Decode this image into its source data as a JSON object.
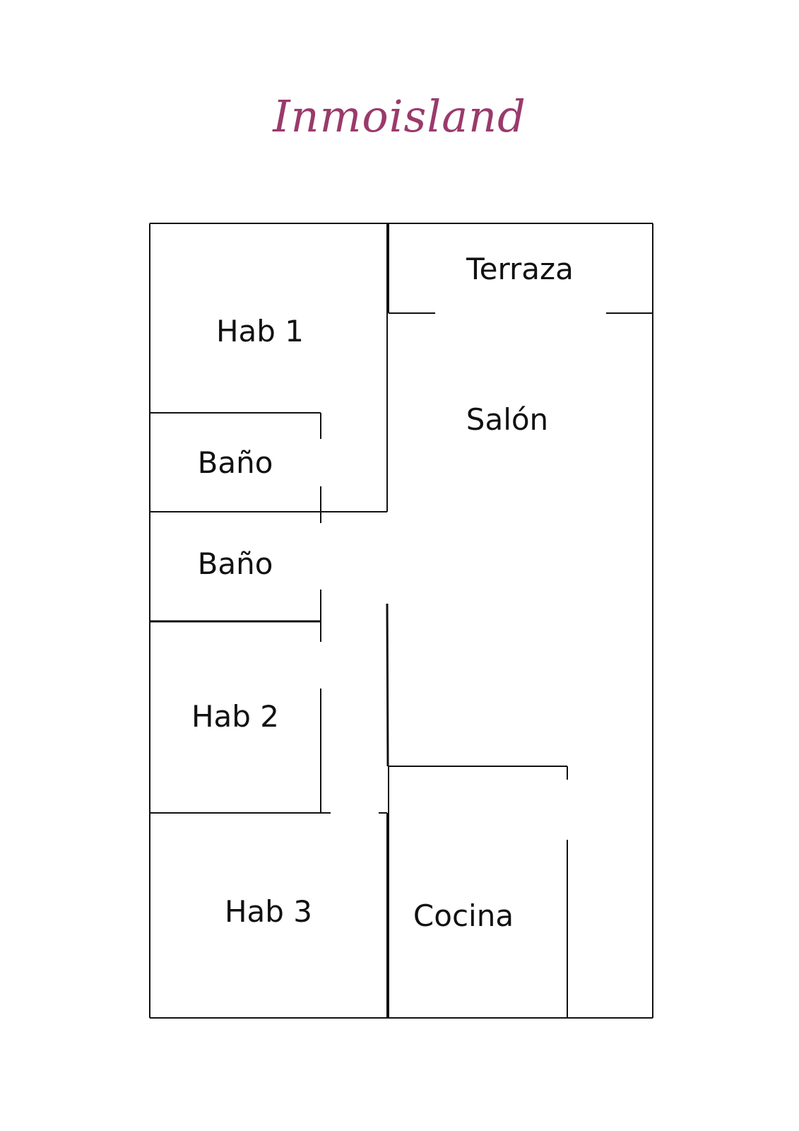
{
  "brand": {
    "logo_text": "Inmoisland",
    "logo_color": "#9a3a6b"
  },
  "rooms": {
    "hab1": "Hab 1",
    "bano1": "Baño",
    "bano2": "Baño",
    "hab2": "Hab 2",
    "hab3": "Hab 3",
    "terraza": "Terraza",
    "salon": "Salón",
    "cocina": "Cocina"
  }
}
